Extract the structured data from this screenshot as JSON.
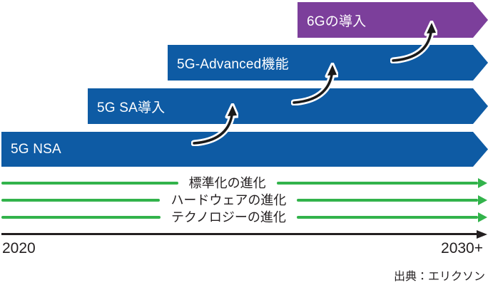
{
  "figure": {
    "title_implied": "5G to 6G network evolution roadmap",
    "bars": [
      {
        "id": "6g",
        "label": "6Gの導入",
        "color": "#7C3F9B"
      },
      {
        "id": "advanced",
        "label": "5G-Advanced機能",
        "color": "#0E5BA4"
      },
      {
        "id": "sa",
        "label": "5G SA導入",
        "color": "#0E5BA4"
      },
      {
        "id": "nsa",
        "label": "5G NSA",
        "color": "#0E5BA4"
      }
    ],
    "evolution_rows": [
      {
        "label": "標準化の進化"
      },
      {
        "label": "ハードウェアの進化"
      },
      {
        "label": "テクノロジーの進化"
      }
    ],
    "timeline": {
      "start": "2020",
      "end": "2030+"
    },
    "source": "出典：エリクソン",
    "colors": {
      "bar_blue": "#0E5BA4",
      "bar_purple": "#7C3F9B",
      "evolution_green": "#32B34B",
      "axis_text_black": "#231F20",
      "transition_arrow": "#1A1A1A"
    }
  }
}
